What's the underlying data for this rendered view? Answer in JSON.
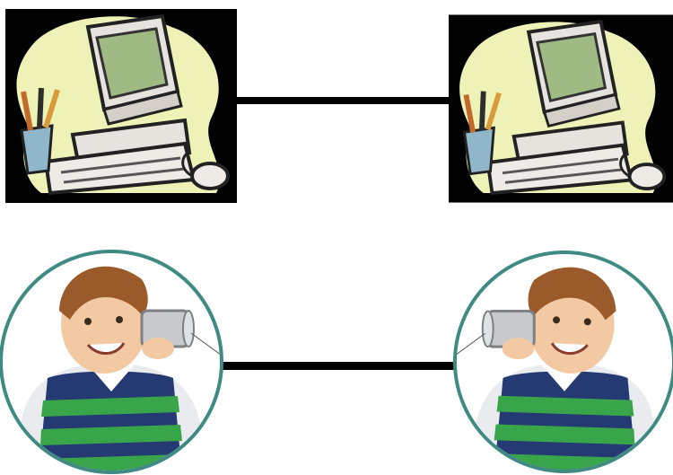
{
  "diagram": {
    "nodes": [
      {
        "id": "computer-left",
        "icon": "desktop-computer-icon"
      },
      {
        "id": "computer-right",
        "icon": "desktop-computer-icon"
      },
      {
        "id": "child-left",
        "icon": "child-with-tin-can-phone-icon"
      },
      {
        "id": "child-right",
        "icon": "child-with-tin-can-phone-icon"
      }
    ],
    "edges": [
      {
        "from": "computer-left",
        "to": "computer-right"
      },
      {
        "from": "child-left",
        "to": "child-right"
      }
    ]
  },
  "colors": {
    "background": "#ffffff",
    "line": "#000000",
    "monitor": "#e6e2de",
    "screen": "#9fbb83",
    "blob": "#eef2b6",
    "circle_border": "#3f8a82",
    "sweater_green": "#39a54a",
    "sweater_navy": "#253a73",
    "hair": "#9b5a2a",
    "skin": "#f3c9a3",
    "can": "#c7c9cc"
  }
}
